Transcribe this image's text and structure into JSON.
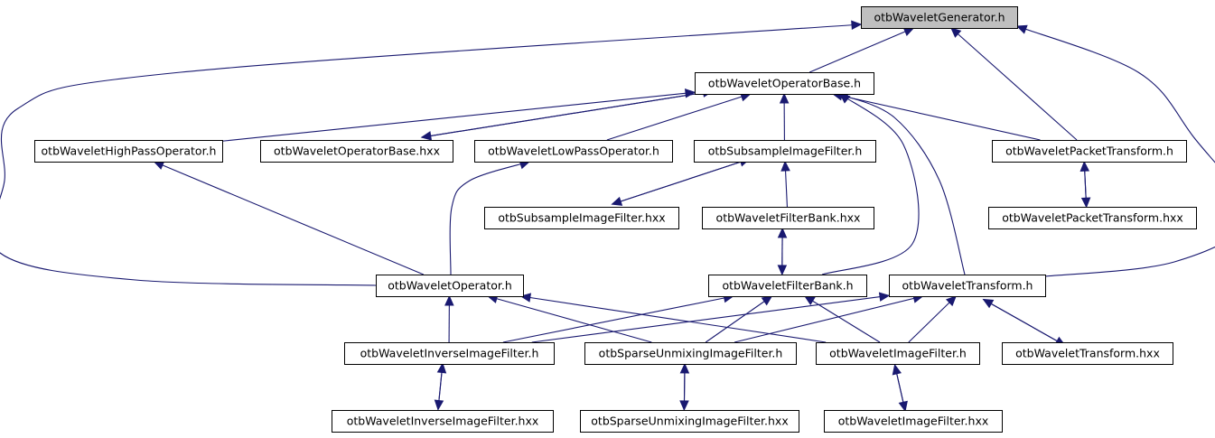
{
  "title": "otbWaveletGenerator.h include dependency graph",
  "colors": {
    "edge": "#191970",
    "highlight_fill": "#bfbfbf",
    "node_fill": "#ffffff",
    "border": "#000000"
  },
  "nodes": [
    {
      "id": "gen",
      "label": "otbWaveletGenerator.h",
      "highlight": true
    },
    {
      "id": "opb",
      "label": "otbWaveletOperatorBase.h"
    },
    {
      "id": "hp",
      "label": "otbWaveletHighPassOperator.h"
    },
    {
      "id": "opbx",
      "label": "otbWaveletOperatorBase.hxx"
    },
    {
      "id": "lp",
      "label": "otbWaveletLowPassOperator.h"
    },
    {
      "id": "ssf",
      "label": "otbSubsampleImageFilter.h"
    },
    {
      "id": "wpt",
      "label": "otbWaveletPacketTransform.h"
    },
    {
      "id": "ssfx",
      "label": "otbSubsampleImageFilter.hxx"
    },
    {
      "id": "fbx",
      "label": "otbWaveletFilterBank.hxx"
    },
    {
      "id": "wptx",
      "label": "otbWaveletPacketTransform.hxx"
    },
    {
      "id": "op",
      "label": "otbWaveletOperator.h"
    },
    {
      "id": "fb",
      "label": "otbWaveletFilterBank.h"
    },
    {
      "id": "wt",
      "label": "otbWaveletTransform.h"
    },
    {
      "id": "wif",
      "label": "otbWaveletInverseImageFilter.h"
    },
    {
      "id": "sum",
      "label": "otbSparseUnmixingImageFilter.h"
    },
    {
      "id": "wimf",
      "label": "otbWaveletImageFilter.h"
    },
    {
      "id": "wtx",
      "label": "otbWaveletTransform.hxx"
    },
    {
      "id": "wifx",
      "label": "otbWaveletInverseImageFilter.hxx"
    },
    {
      "id": "sumx",
      "label": "otbSparseUnmixingImageFilter.hxx"
    },
    {
      "id": "wimfx",
      "label": "otbWaveletImageFilter.hxx"
    }
  ],
  "edges": [
    {
      "from": "opb",
      "to": "gen"
    },
    {
      "from": "op",
      "to": "gen"
    },
    {
      "from": "wpt",
      "to": "gen"
    },
    {
      "from": "wt",
      "to": "gen"
    },
    {
      "from": "hp",
      "to": "opb"
    },
    {
      "from": "opbx",
      "to": "opb"
    },
    {
      "from": "opb",
      "to": "opbx"
    },
    {
      "from": "lp",
      "to": "opb"
    },
    {
      "from": "ssf",
      "to": "opb"
    },
    {
      "from": "wpt",
      "to": "opb"
    },
    {
      "from": "fb",
      "to": "opb"
    },
    {
      "from": "wt",
      "to": "opb"
    },
    {
      "from": "op",
      "to": "hp"
    },
    {
      "from": "op",
      "to": "lp"
    },
    {
      "from": "ssfx",
      "to": "ssf"
    },
    {
      "from": "ssf",
      "to": "ssfx"
    },
    {
      "from": "fbx",
      "to": "ssf"
    },
    {
      "from": "wptx",
      "to": "wpt"
    },
    {
      "from": "wpt",
      "to": "wptx"
    },
    {
      "from": "fb",
      "to": "fbx"
    },
    {
      "from": "fbx",
      "to": "fb"
    },
    {
      "from": "wif",
      "to": "op"
    },
    {
      "from": "sum",
      "to": "op"
    },
    {
      "from": "wimf",
      "to": "op"
    },
    {
      "from": "wif",
      "to": "fb"
    },
    {
      "from": "sum",
      "to": "fb"
    },
    {
      "from": "wimf",
      "to": "fb"
    },
    {
      "from": "wif",
      "to": "wt"
    },
    {
      "from": "sum",
      "to": "wt"
    },
    {
      "from": "wimf",
      "to": "wt"
    },
    {
      "from": "wtx",
      "to": "wt"
    },
    {
      "from": "wt",
      "to": "wtx"
    },
    {
      "from": "wifx",
      "to": "wif"
    },
    {
      "from": "wif",
      "to": "wifx"
    },
    {
      "from": "sumx",
      "to": "sum"
    },
    {
      "from": "sum",
      "to": "sumx"
    },
    {
      "from": "wimfx",
      "to": "wimf"
    },
    {
      "from": "wimf",
      "to": "wimfx"
    }
  ]
}
